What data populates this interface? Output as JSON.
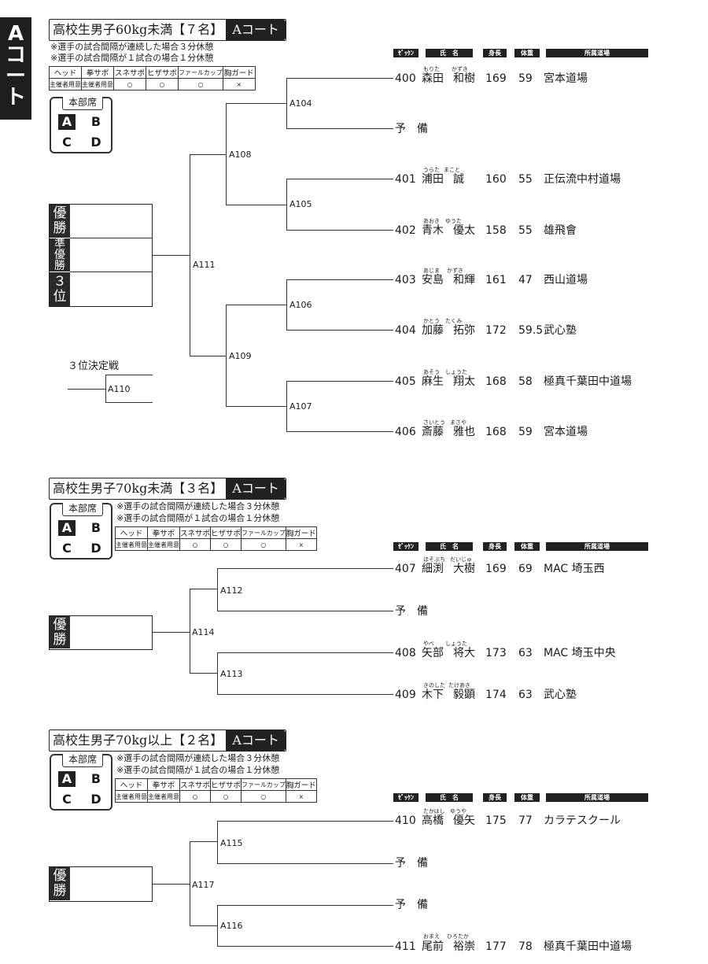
{
  "court_tab": [
    "A",
    "コ",
    "ー",
    "ト"
  ],
  "header_labels": {
    "no": "ｾﾞｯｹﾝ",
    "name": "氏　名",
    "height": "身長",
    "weight": "体重",
    "dojo": "所属道場"
  },
  "hq": {
    "title": "本部席",
    "cells": [
      "A",
      "B",
      "C",
      "D"
    ]
  },
  "equipment": {
    "headers": [
      "ヘッド",
      "拳サポ",
      "スネサポ",
      "ヒザサポ",
      "ファールカップ",
      "胸ガード"
    ],
    "values": [
      "主催者用意",
      "主催者用意",
      "○",
      "○",
      "○",
      "×"
    ]
  },
  "notes": [
    "※選手の試合間隔が連続した場合３分休憩",
    "※選手の試合間隔が１試合の場合１分休憩"
  ],
  "ranking_labels": {
    "first": "優勝",
    "second": "準優勝",
    "third": "３位"
  },
  "reserve_label": "予　備",
  "third_place_label": "３位決定戦",
  "sections": [
    {
      "title": "高校生男子60kg未満【７名】",
      "court": "Aコート",
      "matches": [
        "A104",
        "A105",
        "A106",
        "A107",
        "A108",
        "A109",
        "A110",
        "A111"
      ],
      "entries": [
        {
          "no": "400",
          "family": "森田",
          "given": "和樹",
          "ruby_f": "もりた",
          "ruby_g": "かずき",
          "height": "169",
          "weight": "59",
          "dojo": "宮本道場"
        },
        {
          "no": "401",
          "family": "浦田",
          "given": "誠",
          "ruby_f": "うらた",
          "ruby_g": "まこと",
          "height": "160",
          "weight": "55",
          "dojo": "正伝流中村道場"
        },
        {
          "no": "402",
          "family": "青木",
          "given": "優太",
          "ruby_f": "あおき",
          "ruby_g": "ゆうた",
          "height": "158",
          "weight": "55",
          "dojo": "雄飛會"
        },
        {
          "no": "403",
          "family": "安島",
          "given": "和輝",
          "ruby_f": "あじま",
          "ruby_g": "かずき",
          "height": "161",
          "weight": "47",
          "dojo": "西山道場"
        },
        {
          "no": "404",
          "family": "加藤",
          "given": "拓弥",
          "ruby_f": "かとう",
          "ruby_g": "たくみ",
          "height": "172",
          "weight": "59.5",
          "dojo": "武心塾"
        },
        {
          "no": "405",
          "family": "麻生",
          "given": "翔太",
          "ruby_f": "あそう",
          "ruby_g": "しょうた",
          "height": "168",
          "weight": "58",
          "dojo": "極真千葉田中道場"
        },
        {
          "no": "406",
          "family": "斎藤",
          "given": "雅也",
          "ruby_f": "さいとう",
          "ruby_g": "まさや",
          "height": "168",
          "weight": "59",
          "dojo": "宮本道場"
        }
      ]
    },
    {
      "title": "高校生男子70kg未満【３名】",
      "court": "Aコート",
      "matches": [
        "A112",
        "A113",
        "A114"
      ],
      "entries": [
        {
          "no": "407",
          "family": "細渕",
          "given": "大樹",
          "ruby_f": "ほそぶち",
          "ruby_g": "だいじゅ",
          "height": "169",
          "weight": "69",
          "dojo": "MAC 埼玉西"
        },
        {
          "no": "408",
          "family": "矢部",
          "given": "将大",
          "ruby_f": "やべ",
          "ruby_g": "しょうた",
          "height": "173",
          "weight": "63",
          "dojo": "MAC 埼玉中央"
        },
        {
          "no": "409",
          "family": "木下",
          "given": "毅顕",
          "ruby_f": "きのした",
          "ruby_g": "たけあき",
          "height": "174",
          "weight": "63",
          "dojo": "武心塾"
        }
      ]
    },
    {
      "title": "高校生男子70kg以上【２名】",
      "court": "Aコート",
      "matches": [
        "A115",
        "A116",
        "A117"
      ],
      "entries": [
        {
          "no": "410",
          "family": "高橋",
          "given": "優矢",
          "ruby_f": "たかはし",
          "ruby_g": "ゆうや",
          "height": "175",
          "weight": "77",
          "dojo": "カラテスクール"
        },
        {
          "no": "411",
          "family": "尾前",
          "given": "裕崇",
          "ruby_f": "おまえ",
          "ruby_g": "ひろたか",
          "height": "177",
          "weight": "78",
          "dojo": "極真千葉田中道場"
        }
      ]
    }
  ]
}
